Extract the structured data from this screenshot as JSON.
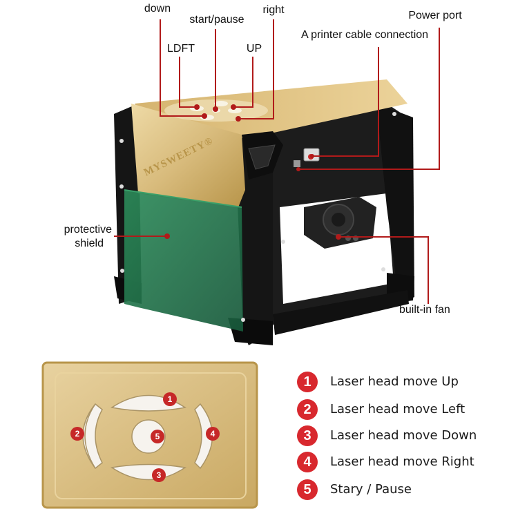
{
  "product": {
    "brand_text": "MYSWEETY®"
  },
  "callouts": {
    "down": "down",
    "start_pause": "start/pause",
    "right": "right",
    "ldft": "LDFT",
    "up": "UP",
    "power_port": "Power port",
    "printer_cable": "A printer cable connection",
    "protective_shield": "protective\nshield",
    "protective_shield_line1": "protective",
    "protective_shield_line2": "shield",
    "built_in_fan": "built-in fan"
  },
  "pad_badges": [
    "1",
    "2",
    "3",
    "4",
    "5"
  ],
  "legend": [
    {
      "num": "1",
      "text": "Laser head move Up"
    },
    {
      "num": "2",
      "text": "Laser head move Left"
    },
    {
      "num": "3",
      "text": "Laser head move Down"
    },
    {
      "num": "4",
      "text": "Laser head move Right"
    },
    {
      "num": "5",
      "text": "Stary / Pause"
    }
  ],
  "colors": {
    "callout_red": "#b11a1a",
    "badge_red": "#d8282e",
    "gold": "#d9bf86",
    "body_black": "#1c1c1c",
    "shield_green": "#1f6e46"
  }
}
